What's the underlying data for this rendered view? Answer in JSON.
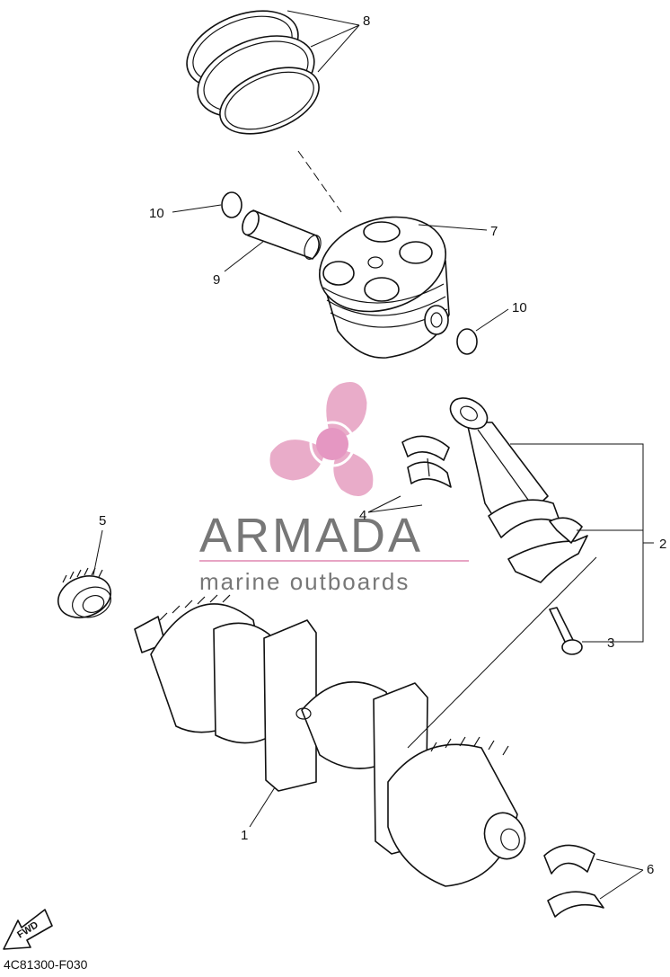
{
  "diagram": {
    "code": "4C81300-F030",
    "fwd_label": "FWD",
    "callouts": {
      "c1": "1",
      "c2": "2",
      "c3": "3",
      "c4": "4",
      "c5": "5",
      "c6": "6",
      "c7": "7",
      "c8": "8",
      "c9": "9",
      "c10a": "10",
      "c10b": "10"
    }
  },
  "watermark": {
    "brand": "ARMADA",
    "tagline": "marine outboards",
    "colors": {
      "logo": "#e7a4c4",
      "logo_core": "#e38cbc",
      "text": "#777777"
    }
  }
}
